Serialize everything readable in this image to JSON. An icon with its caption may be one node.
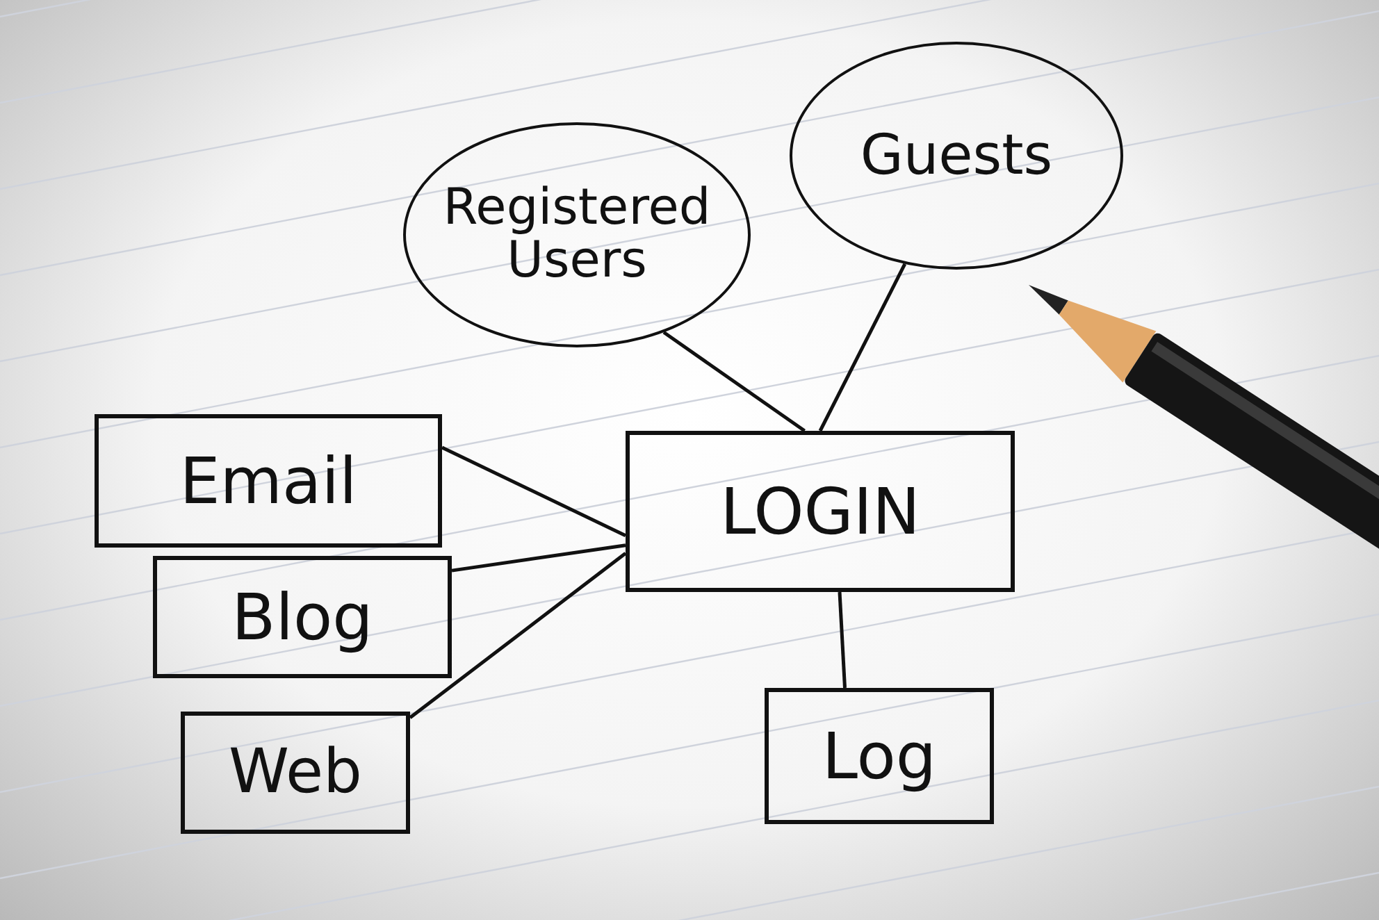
{
  "diagram": {
    "nodes": [
      {
        "text": [
          "Registered Users"
        ]
      },
      {
        "text": [
          "Guests"
        ]
      },
      {
        "text": [
          "Email"
        ]
      },
      {
        "text": [
          "Blog"
        ]
      },
      {
        "text": [
          "Web"
        ]
      },
      {
        "text": [
          "LOGIN"
        ]
      },
      {
        "text": [
          "Log"
        ]
      }
    ],
    "edges": [
      {
        "from": 0,
        "to": 5,
        "arrow": "none"
      },
      {
        "from": 1,
        "to": 5,
        "arrow": "none"
      },
      {
        "from": 2,
        "to": 5,
        "arrow": "none"
      },
      {
        "from": 3,
        "to": 5,
        "arrow": "none"
      },
      {
        "from": 4,
        "to": 5,
        "arrow": "none"
      },
      {
        "from": 5,
        "to": 6,
        "arrow": "none"
      }
    ]
  }
}
